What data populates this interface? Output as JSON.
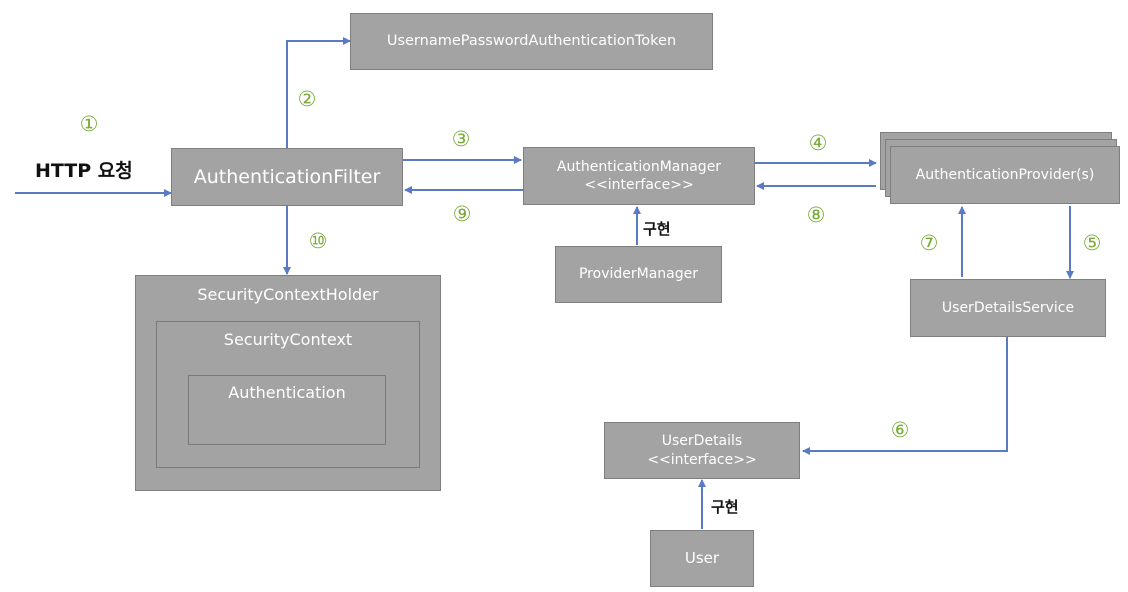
{
  "http_request_label": "HTTP 요청",
  "implements_label": "구현",
  "boxes": {
    "auth_token": "UsernamePasswordAuthenticationToken",
    "auth_filter": "AuthenticationFilter",
    "auth_manager": "AuthenticationManager",
    "auth_manager_stereotype": "<<interface>>",
    "provider_manager": "ProviderManager",
    "auth_provider": "AuthenticationProvider(s)",
    "user_details_service": "UserDetailsService",
    "user_details": "UserDetails",
    "user_details_stereotype": "<<interface>>",
    "user": "User",
    "security_context_holder": "SecurityContextHolder",
    "security_context": "SecurityContext",
    "authentication": "Authentication"
  },
  "steps": [
    "①",
    "②",
    "③",
    "④",
    "⑤",
    "⑥",
    "⑦",
    "⑧",
    "⑨",
    "⑩"
  ],
  "colors": {
    "box_fill": "#a3a3a3",
    "arrow": "#5b7ac4",
    "step_number": "#7aac3a"
  }
}
